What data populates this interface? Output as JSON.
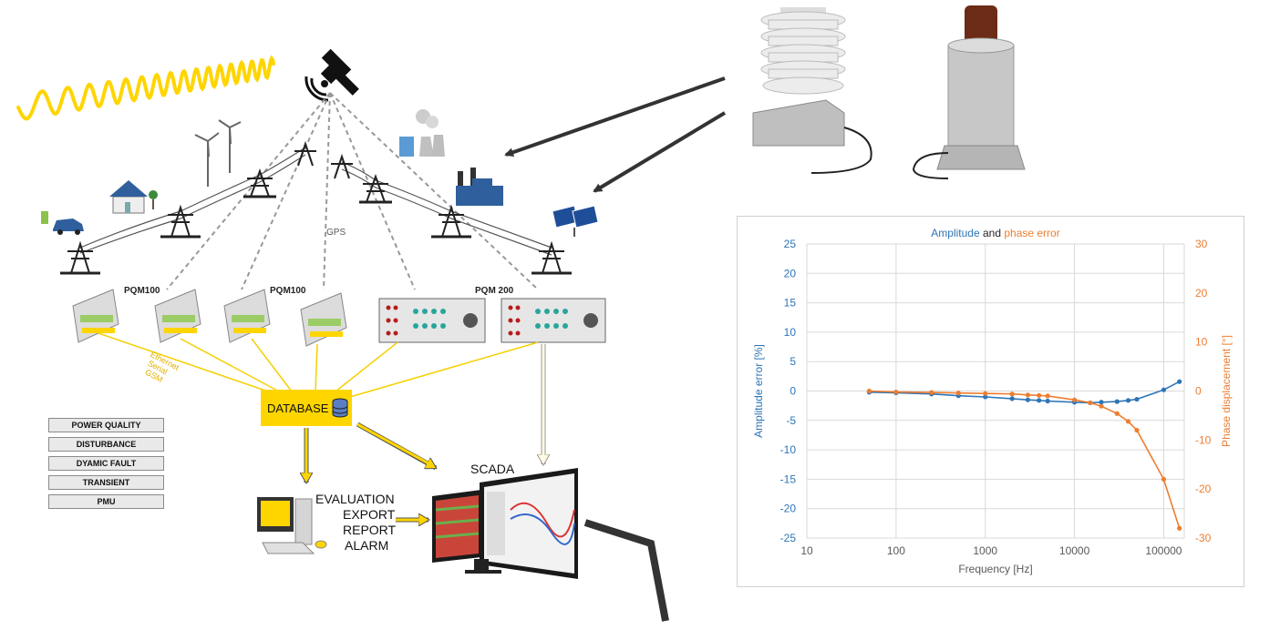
{
  "diagram": {
    "labels": {
      "pqm100_a": "PQM100",
      "pqm100_b": "PQM100",
      "pqm200": "PQM 200",
      "gps": "GPS",
      "comm": [
        "Ethernet",
        "Serial",
        "GSM"
      ],
      "database": "DATABASE",
      "scada": "SCADA",
      "evaluation": [
        "EVALUATION",
        "EXPORT",
        "REPORT",
        "ALARM"
      ]
    },
    "legend": [
      "POWER QUALITY",
      "DISTURBANCE",
      "DYAMIC FAULT",
      "TRANSIENT",
      "PMU"
    ],
    "colors": {
      "accent": "#ffd500",
      "line": "#f5d000",
      "dashed": "#999999",
      "arrow": "#333333"
    },
    "icons": [
      "signal-wave-icon",
      "satellite-icon",
      "wind-turbine-icon",
      "house-solar-icon",
      "ev-car-icon",
      "power-plant-icon",
      "factory-icon",
      "solar-panel-icon",
      "pylon-icon",
      "pqm100-device-icon",
      "pqm200-rack-icon",
      "database-icon",
      "workstation-icon",
      "scada-monitors-icon",
      "voltage-sensor-icon",
      "current-sensor-icon"
    ]
  },
  "chart_data": {
    "type": "line",
    "title": [
      "Amplitude",
      " and ",
      "phase error"
    ],
    "xlabel": "Frequency [Hz]",
    "ylabel": "Amplitude error [%]",
    "y2label": "Phase displacement [°]",
    "xscale": "log",
    "xlim": [
      10,
      170000
    ],
    "ylim": [
      -25,
      25
    ],
    "y2lim": [
      -30,
      30
    ],
    "x_ticks": [
      "10",
      "100",
      "1000",
      "10000",
      "100000"
    ],
    "y_ticks": [
      "25",
      "20",
      "15",
      "10",
      "5",
      "0",
      "-5",
      "-10",
      "-15",
      "-20",
      "-25"
    ],
    "y2_ticks": [
      "30",
      "20",
      "10",
      "0",
      "-10",
      "-20",
      "-30"
    ],
    "grid": true,
    "series": [
      {
        "color": "#2e75b6",
        "axis": "left",
        "x": [
          50,
          100,
          250,
          500,
          1000,
          2000,
          3000,
          4000,
          5000,
          10000,
          15000,
          20000,
          30000,
          40000,
          50000,
          100000,
          150000
        ],
        "y": [
          -0.2,
          -0.3,
          -0.5,
          -0.8,
          -1.0,
          -1.3,
          -1.5,
          -1.6,
          -1.7,
          -1.9,
          -2.0,
          -1.9,
          -1.8,
          -1.6,
          -1.4,
          0.2,
          1.6
        ]
      },
      {
        "color": "#ed7d31",
        "axis": "right",
        "x": [
          50,
          100,
          250,
          500,
          1000,
          2000,
          3000,
          4000,
          5000,
          10000,
          15000,
          20000,
          30000,
          40000,
          50000,
          100000,
          150000
        ],
        "y": [
          0.0,
          -0.2,
          -0.3,
          -0.4,
          -0.5,
          -0.6,
          -0.8,
          -0.9,
          -1.0,
          -1.8,
          -2.4,
          -3.1,
          -4.6,
          -6.2,
          -8.0,
          -18.0,
          -28.0
        ]
      }
    ]
  }
}
